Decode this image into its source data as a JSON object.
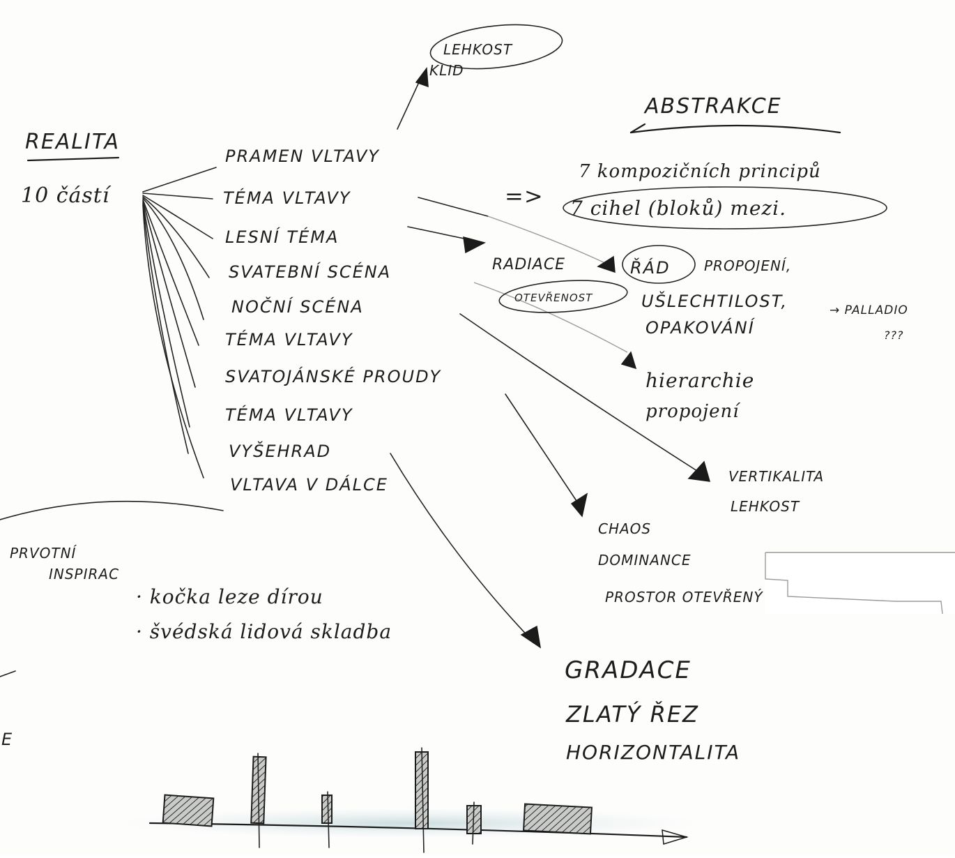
{
  "realita": {
    "title": "REALITA",
    "subtitle": "10 částí"
  },
  "parts": [
    "PRAMEN VLTAVY",
    "TÉMA VLTAVY",
    "LESNÍ TÉMA",
    "SVATEBNÍ SCÉNA",
    "NOČNÍ SCÉNA",
    "TÉMA VLTAVY",
    "SVATOJÁNSKÉ PROUDY",
    "TÉMA VLTAVY",
    "VYŠEHRAD",
    "VLTAVA V DÁLCE"
  ],
  "abstrakce": {
    "title": "ABSTRAKCE",
    "arrow": "=>",
    "line1": "7 kompozičních principů",
    "line2": "7 cihel (bloků) mezi."
  },
  "top_bubble": {
    "line1": "LEHKOST",
    "line2": "KLID"
  },
  "side_words": {
    "radiace": "RADIACE",
    "otevrenost": "OTEVŘENOST"
  },
  "rad_group": {
    "rad": "ŘÁD",
    "propojeni": "PROPOJENÍ,",
    "uslechtilost": "UŠLECHTILOST,",
    "opakovani": "OPAKOVÁNÍ",
    "palladio": "→ PALLADIO",
    "question": "???"
  },
  "hierarchie": {
    "line1": "hierarchie",
    "line2": "propojení"
  },
  "vertikalita": {
    "line1": "VERTIKALITA",
    "line2": "LEHKOST"
  },
  "chaos": {
    "line1": "CHAOS",
    "line2": "DOMINANCE",
    "line3": "PROSTOR OTEVŘENÝ"
  },
  "gradace": {
    "line1": "GRADACE",
    "line2": "ZLATÝ ŘEZ",
    "line3": "HORIZONTALITA"
  },
  "inspirace": {
    "title1": "PRVOTNÍ",
    "title2": "INSPIRAC",
    "item1": "· kočka leze dírou",
    "item2": "· švédská lidová skladba"
  },
  "margin_letter": "E"
}
